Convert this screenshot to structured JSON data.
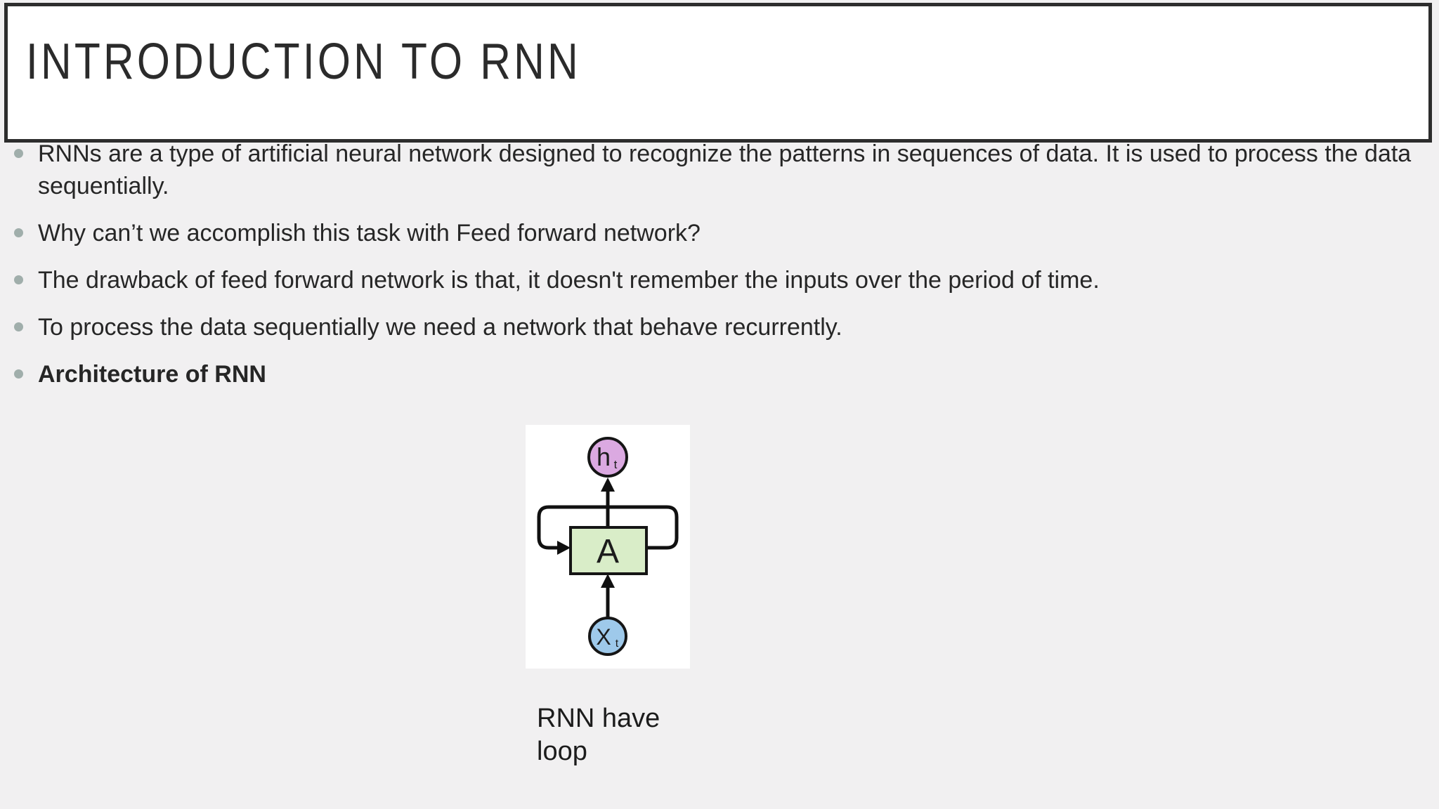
{
  "slide": {
    "title": "INTRODUCTION TO RNN",
    "bullets": [
      {
        "text": "RNNs are a type of artificial neural network designed to recognize the patterns in sequences of data. It is used to process the data sequentially.",
        "bold": false
      },
      {
        "text": "Why can’t we accomplish this task with Feed forward network?",
        "bold": false
      },
      {
        "text": "The drawback of feed forward network is that, it doesn't remember the inputs over the period of time.",
        "bold": false
      },
      {
        "text": "To process the data sequentially we need a network that behave recurrently.",
        "bold": false
      },
      {
        "text": "Architecture of RNN",
        "bold": true
      }
    ],
    "diagram": {
      "output_label": "h",
      "output_sub": "t",
      "cell_label": "A",
      "input_label": "X",
      "input_sub": "t",
      "caption_line1": "RNN have",
      "caption_line2": "loop",
      "colors": {
        "output_fill": "#dba9e1",
        "cell_fill": "#d9edc8",
        "input_fill": "#9ec9ea",
        "line": "#101010"
      }
    },
    "colors": {
      "background": "#f1f0f1",
      "title_box_fill": "#ffffff",
      "title_border": "#2d2d2d",
      "title_text": "#2b2b2b",
      "body_text": "#262626",
      "bullet_dot": "#a0aeab",
      "panel_fill": "#ffffff"
    }
  }
}
